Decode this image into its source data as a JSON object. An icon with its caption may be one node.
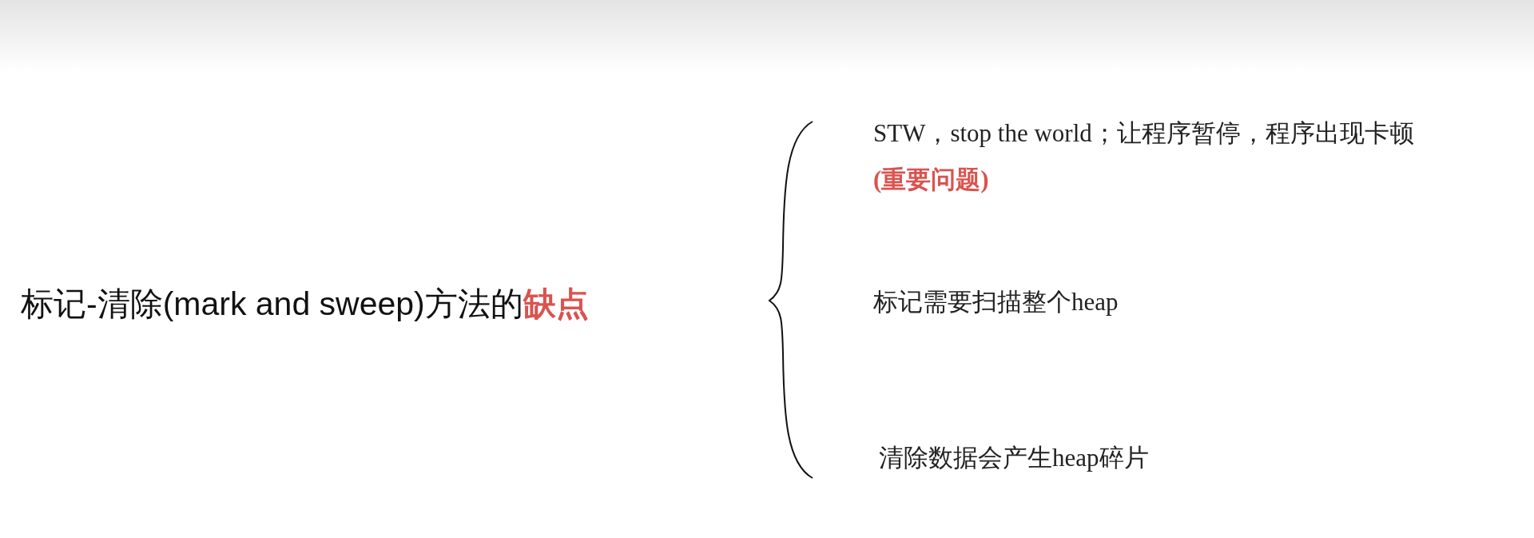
{
  "diagram": {
    "labels": [
      "标记-清除(mark and sweep)方法的**缺点**",
      "STW，stop the world；让程序暂停，程序出现卡顿**(重要问题)**",
      "标记需要扫描整个heap",
      "清除数据会产生heap碎片"
    ]
  }
}
